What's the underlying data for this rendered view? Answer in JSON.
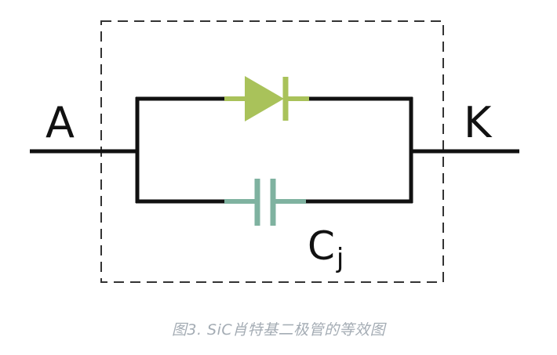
{
  "terminals": {
    "anode": "A",
    "cathode": "K"
  },
  "capacitor_label": {
    "main": "C",
    "sub": "j"
  },
  "caption": "图3. SiC肖特基二极管的等效图",
  "colors": {
    "wire": "#111111",
    "diode": "#a9c25a",
    "capacitor": "#7fb2a0",
    "dashed_box": "#333333",
    "caption": "#a4acb4"
  }
}
